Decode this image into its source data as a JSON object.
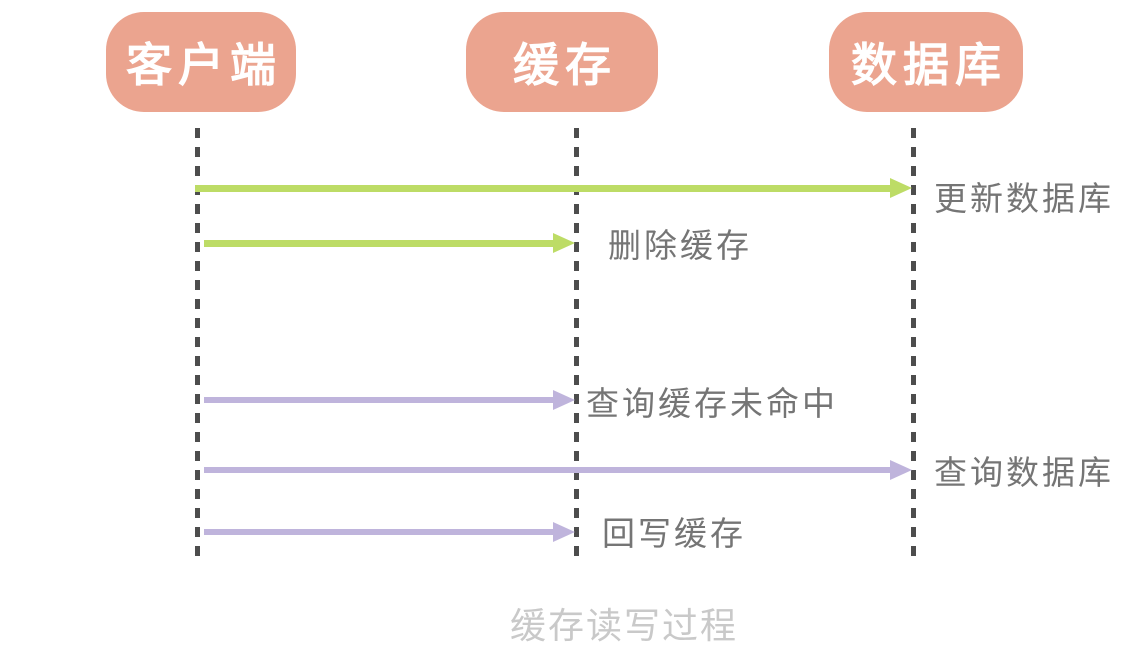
{
  "diagram": {
    "type": "sequence-diagram",
    "caption": "缓存读写过程",
    "actors": [
      {
        "id": "client",
        "label": "客户端"
      },
      {
        "id": "cache",
        "label": "缓存"
      },
      {
        "id": "database",
        "label": "数据库"
      }
    ],
    "messages": [
      {
        "label": "更新数据库",
        "from": "客户端",
        "to": "数据库",
        "color": "#BDDC66"
      },
      {
        "label": "删除缓存",
        "from": "客户端",
        "to": "缓存",
        "color": "#BDDC66"
      },
      {
        "label": "查询缓存未命中",
        "from": "客户端",
        "to": "缓存",
        "color": "#BFB4DC"
      },
      {
        "label": "查询数据库",
        "from": "客户端",
        "to": "数据库",
        "color": "#BFB4DC"
      },
      {
        "label": "回写缓存",
        "from": "客户端",
        "to": "缓存",
        "color": "#BFB4DC"
      }
    ],
    "colors": {
      "actor_fill": "#EBA48F",
      "actor_text": "#FFFFFF",
      "green_arrow": "#BDDC66",
      "purple_arrow": "#BFB4DC",
      "lifeline": "#4D4D4D",
      "label_text": "#757575",
      "caption_text": "#C9C9C9",
      "background": "#FFFFFF"
    }
  }
}
